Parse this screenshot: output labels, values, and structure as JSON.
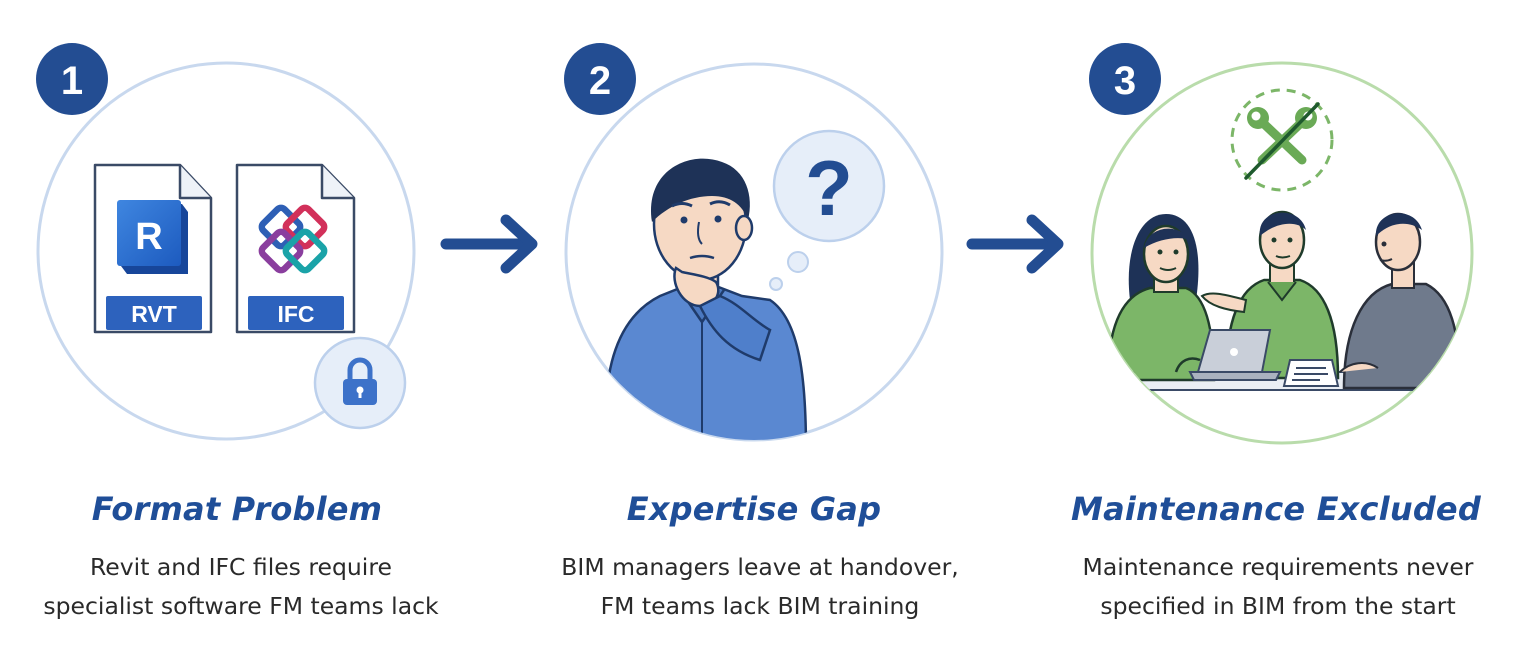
{
  "steps": [
    {
      "number": "1",
      "title": "Format Problem",
      "description": [
        "Revit and IFC files require",
        "specialist software FM teams lack"
      ],
      "files": [
        {
          "glyph": "R",
          "label": "RVT"
        },
        {
          "glyph": "",
          "label": "IFC"
        }
      ],
      "icons": [
        "revit-logo-icon",
        "ifc-logo-icon",
        "lock-icon"
      ]
    },
    {
      "number": "2",
      "title": "Expertise Gap",
      "description": [
        "BIM managers leave at handover,",
        "FM teams lack BIM training"
      ],
      "thought": "?",
      "icons": [
        "thinking-person-icon",
        "question-bubble-icon"
      ]
    },
    {
      "number": "3",
      "title": "Maintenance Excluded",
      "description": [
        "Maintenance requirements never",
        "specified in BIM from the start"
      ],
      "icons": [
        "wrench-crossed-icon",
        "team-meeting-icon",
        "laptop-icon",
        "document-icon"
      ]
    }
  ],
  "colors": {
    "navy": "#1f4e98",
    "circle_blue": "#c8d8ee",
    "circle_green": "#b9dcab",
    "person_blue": "#5a88d1",
    "person_green": "#7cb668",
    "person_gray": "#6f7a8c",
    "text": "#2a2a2a"
  }
}
